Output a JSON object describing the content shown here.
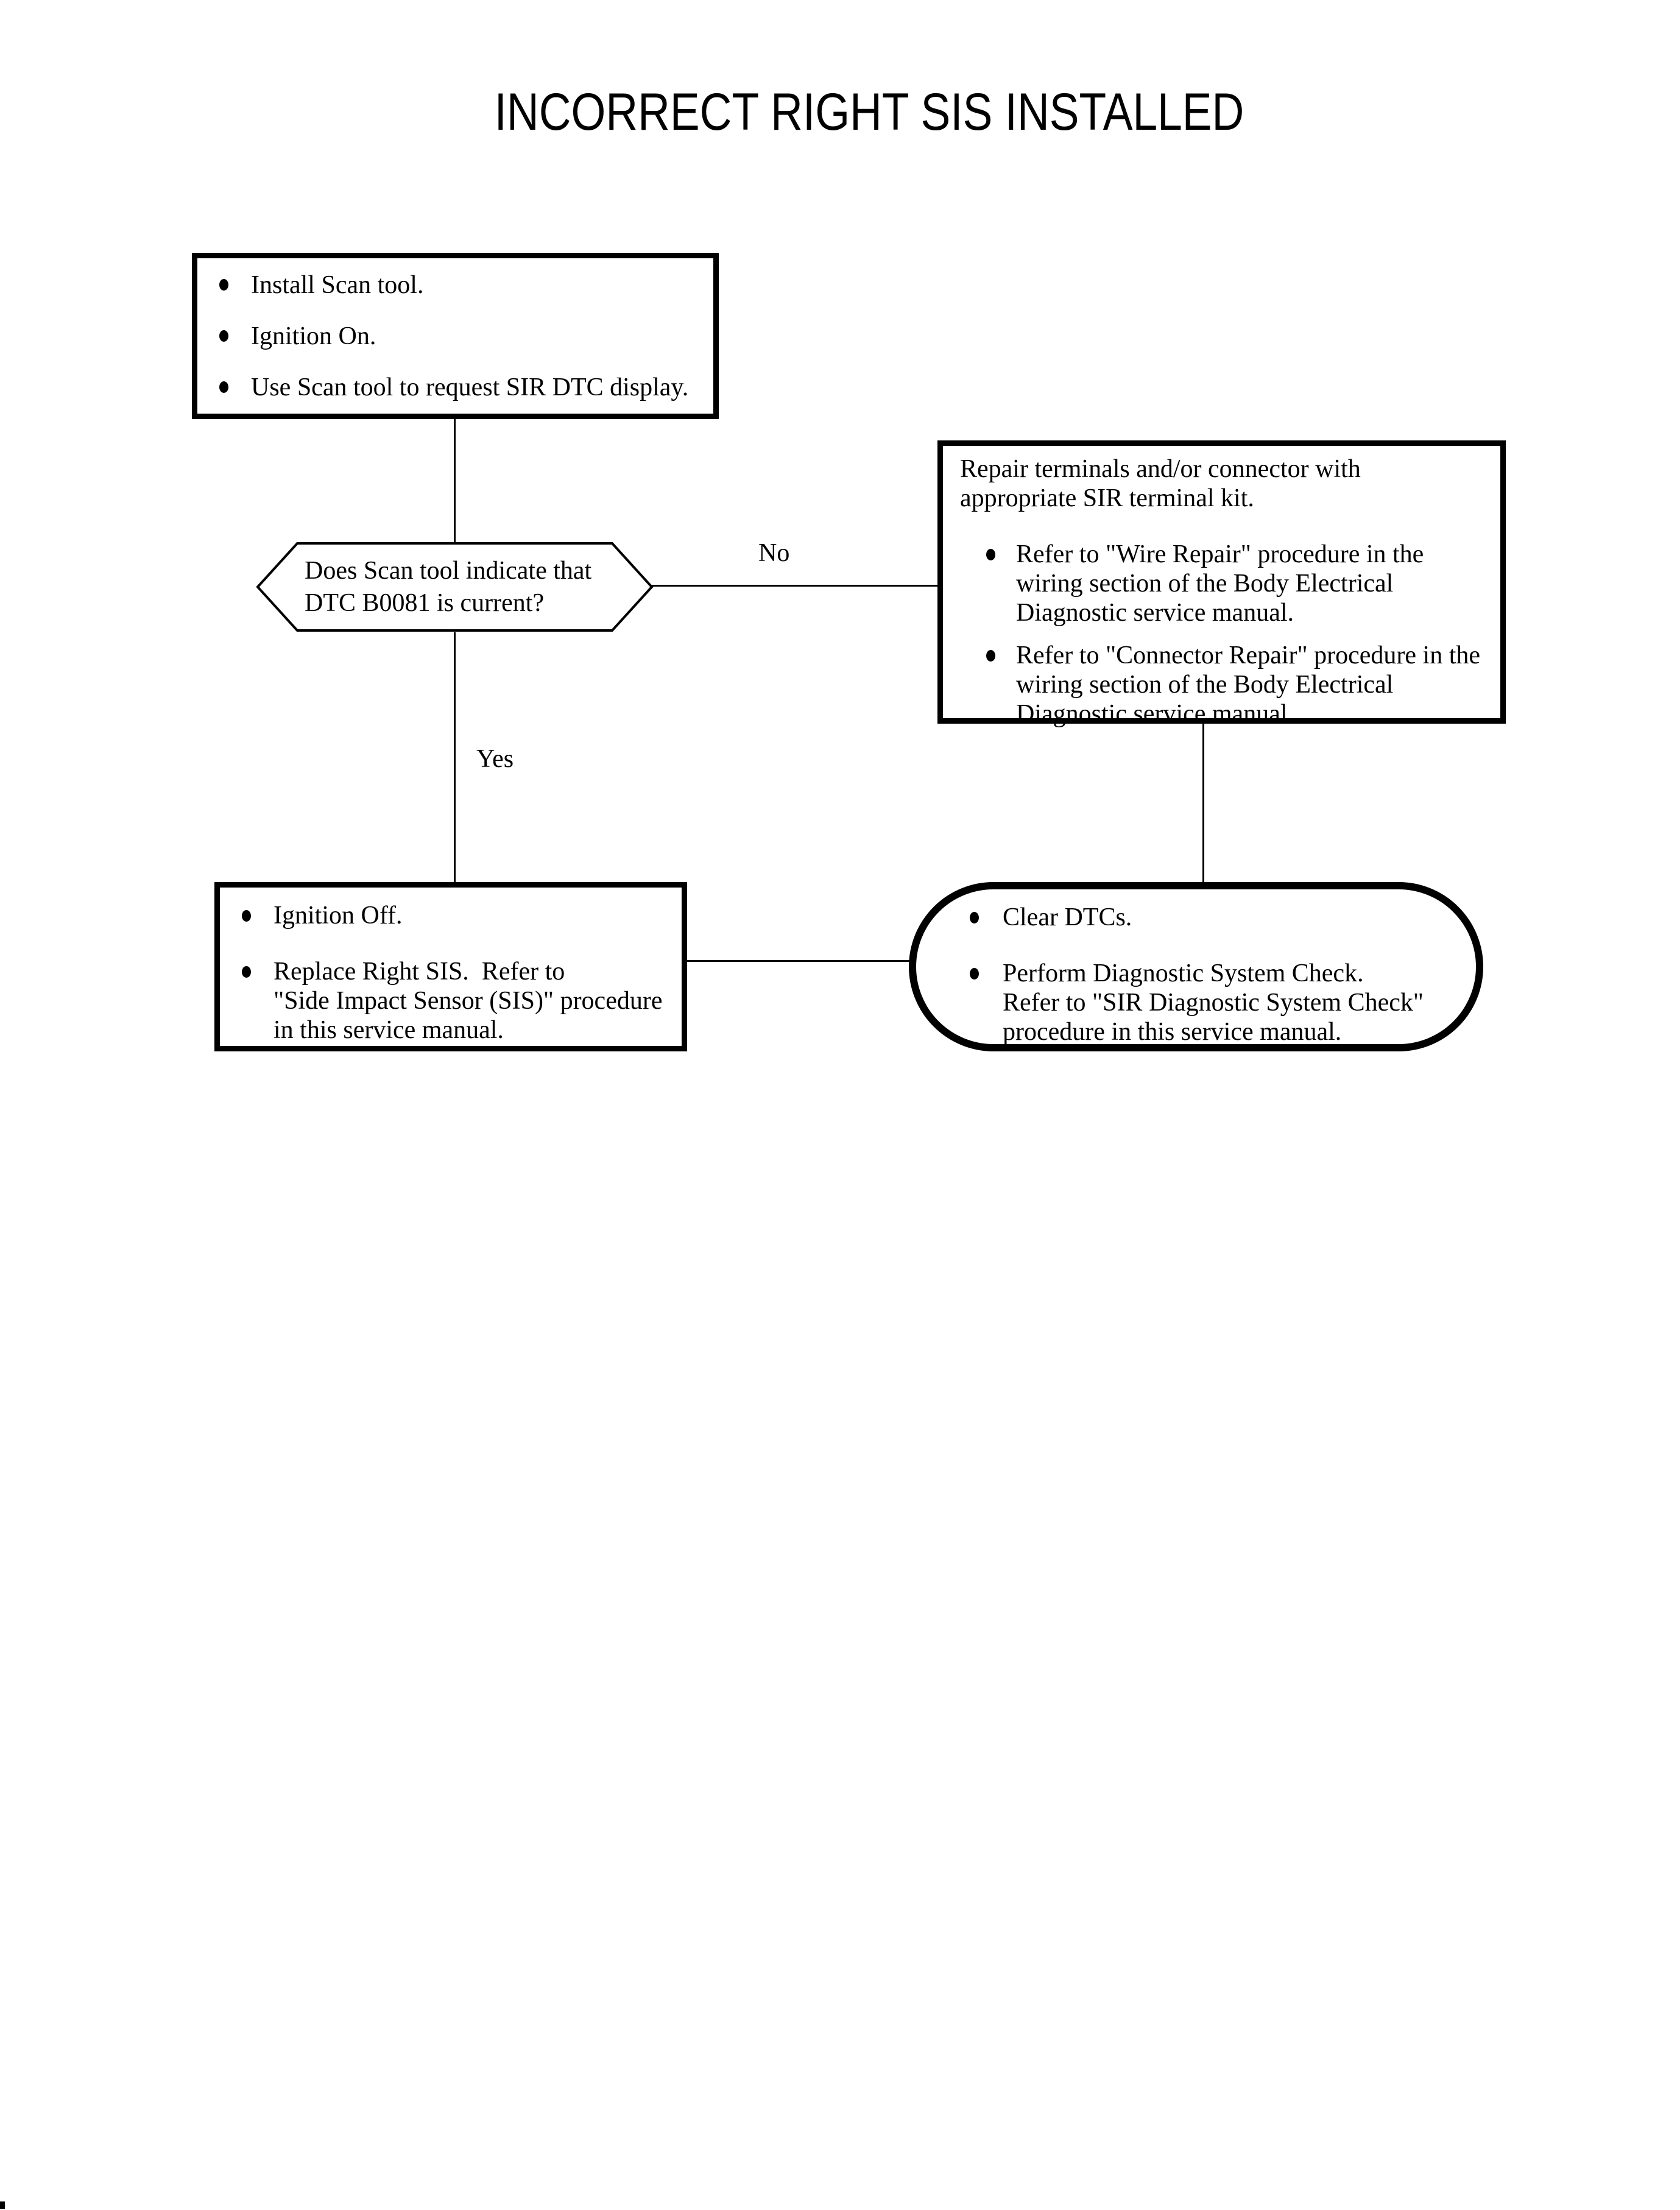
{
  "title": "INCORRECT RIGHT SIS INSTALLED",
  "colors": {
    "ink": "#000000",
    "background": "#ffffff"
  },
  "flowchart": {
    "start_box": {
      "items": [
        "Install Scan tool.",
        "Ignition On.",
        "Use Scan tool to request SIR DTC display."
      ]
    },
    "decision": {
      "lines": [
        "Does Scan tool indicate that",
        "DTC B0081 is current?"
      ]
    },
    "labels": {
      "no": "No",
      "yes": "Yes"
    },
    "repair_box": {
      "intro": [
        "Repair terminals and/or connector with",
        "appropriate SIR terminal kit."
      ],
      "items": [
        {
          "lines": [
            "Refer to \"Wire Repair\" procedure in the",
            "wiring section of the Body Electrical",
            "Diagnostic service manual."
          ]
        },
        {
          "lines": [
            "Refer to \"Connector Repair\" procedure in the",
            "wiring section of the Body Electrical",
            "Diagnostic service manual."
          ]
        }
      ]
    },
    "replace_box": {
      "items": [
        {
          "lines": [
            "Ignition Off."
          ]
        },
        {
          "lines": [
            "Replace Right SIS.  Refer to",
            "\"Side Impact Sensor (SIS)\" procedure",
            "in this service manual."
          ]
        }
      ]
    },
    "end_terminator": {
      "items": [
        {
          "lines": [
            "Clear DTCs."
          ]
        },
        {
          "lines": [
            "Perform Diagnostic System Check.",
            "Refer to \"SIR Diagnostic System Check\"",
            "procedure in this service manual."
          ]
        }
      ]
    }
  }
}
